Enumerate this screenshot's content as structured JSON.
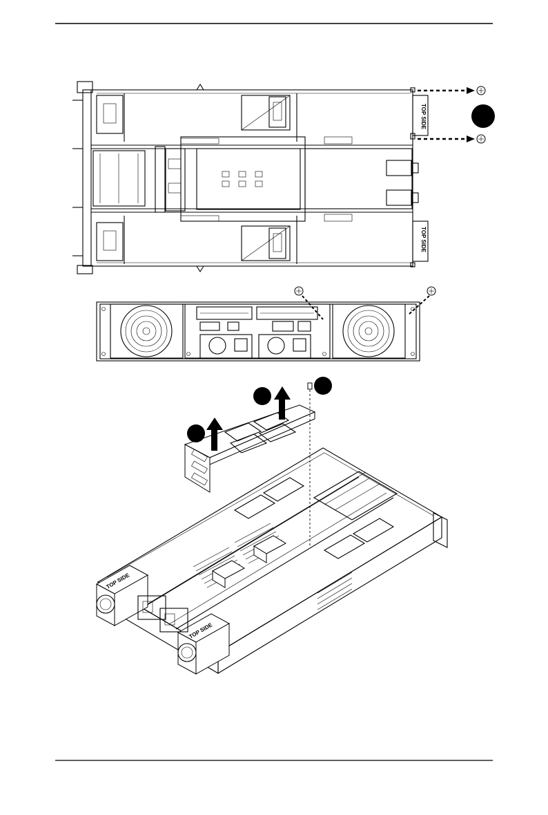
{
  "labels": {
    "top_side": "TOP SIDE"
  },
  "step_markers": [
    {
      "id": "top-view-step"
    },
    {
      "id": "air-duct-rear-step"
    },
    {
      "id": "air-duct-front-step"
    },
    {
      "id": "screw-step"
    }
  ]
}
